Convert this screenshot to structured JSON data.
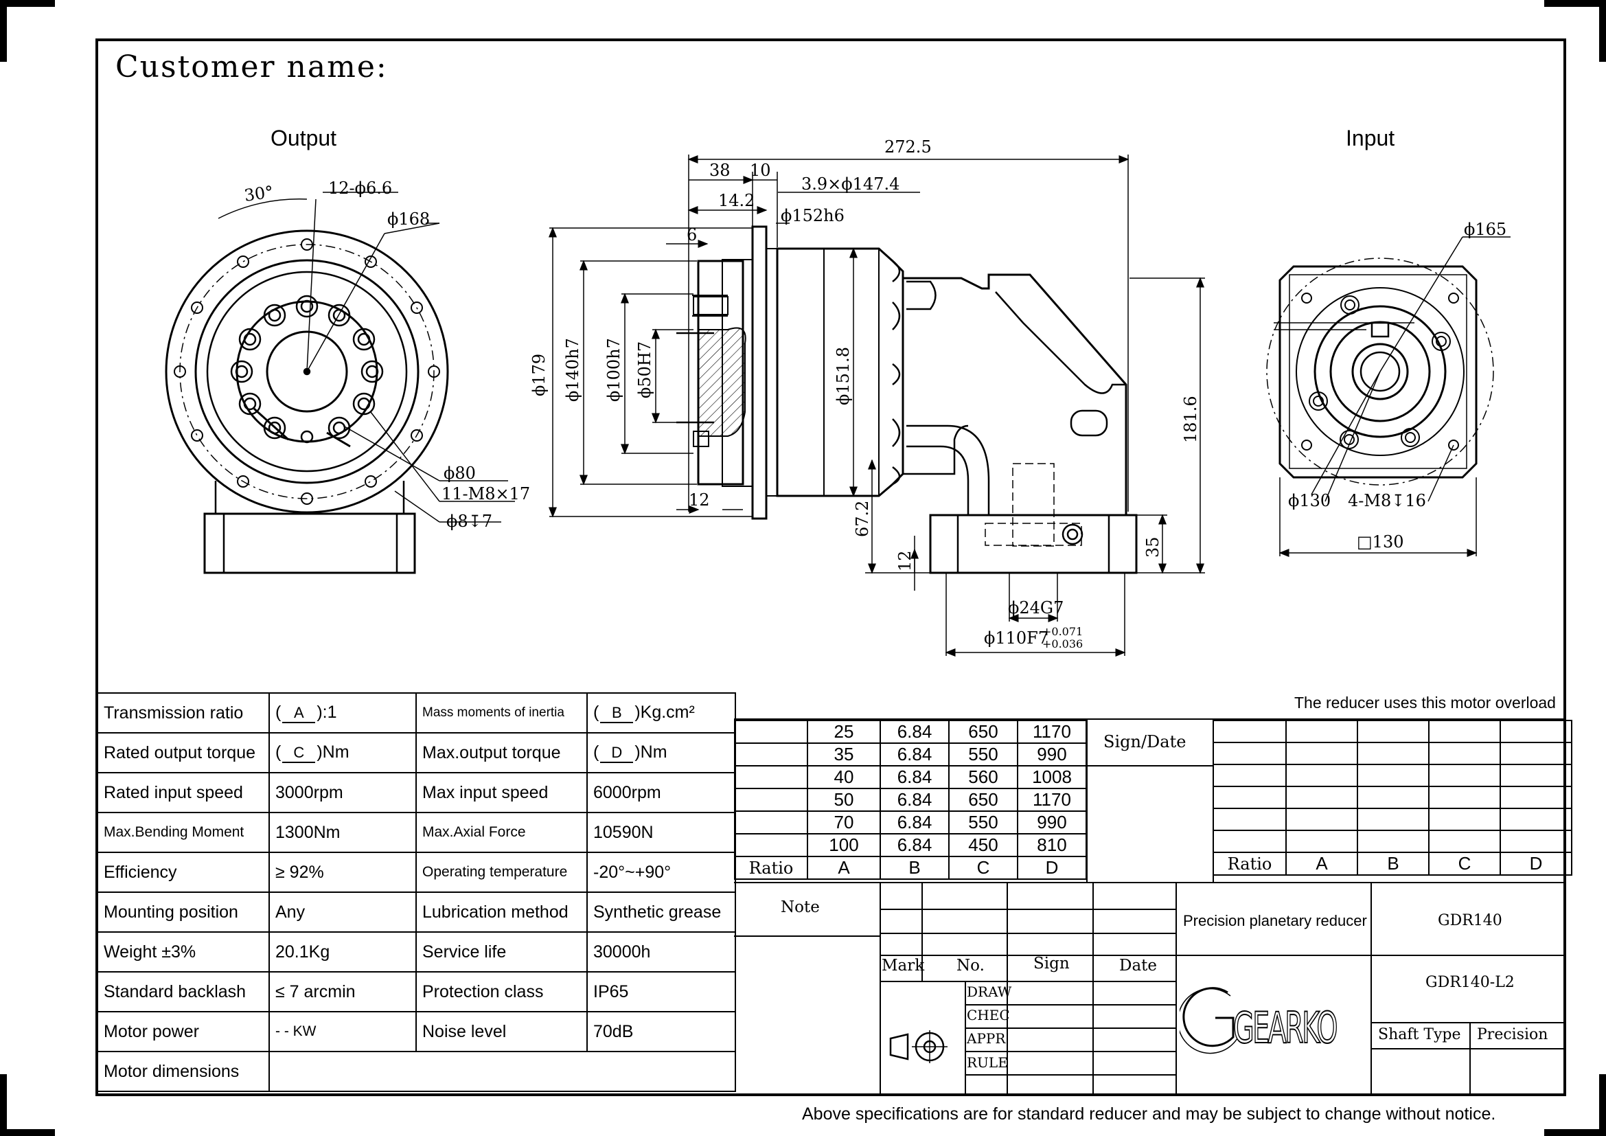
{
  "header": {
    "customer_label": "Customer name:"
  },
  "views": {
    "output": "Output",
    "input": "Input"
  },
  "dimensions": {
    "overall_length": "272.5",
    "d38": "38",
    "d10": "10",
    "flange": "3.9×ϕ147.4",
    "d14_2": "14.2",
    "spigot": "ϕ152h6",
    "d6": "6",
    "d179": "ϕ179",
    "d140": "ϕ140h7",
    "d100": "ϕ100h7",
    "d50": "ϕ50H7",
    "d151": "ϕ151.8",
    "d12": "12",
    "h181": "181.6",
    "h67": "67.2",
    "h12b": "12",
    "h35": "35",
    "shaft24": "ϕ24G7",
    "bore110": "ϕ110F7",
    "tol_up": "+0.071",
    "tol_dn": "+0.036",
    "angle30": "30°",
    "holes_out": "12-ϕ6.6",
    "pcd168": "ϕ168",
    "d80": "ϕ80",
    "tap_out": "11-M8×17",
    "pin": "ϕ8↧7",
    "pcd165": "ϕ165",
    "d130": "ϕ130",
    "tap_in": "4-M8↧16",
    "sq130": "□130"
  },
  "specs": [
    {
      "label1": "Transmission ratio",
      "v1_pre": "(",
      "v1_field": "A",
      "v1_post": "):1",
      "label2": "Mass moments of inertia",
      "v2_pre": "(",
      "v2_field": "B",
      "v2_post": ")Kg.cm²"
    },
    {
      "label1": "Rated output torque",
      "v1_pre": "(",
      "v1_field": "C",
      "v1_post": ")Nm",
      "label2": "Max.output torque",
      "v2_pre": "(",
      "v2_field": "D",
      "v2_post": ")Nm"
    },
    {
      "label1": "Rated input speed",
      "v1": "3000rpm",
      "label2": "Max input speed",
      "v2": "6000rpm"
    },
    {
      "label1": "Max.Bending Moment",
      "v1": "1300Nm",
      "label2": "Max.Axial Force",
      "v2": "10590N"
    },
    {
      "label1": "Efficiency",
      "v1": "≥ 92%",
      "label2": "Operating temperature",
      "v2": "-20°~+90°"
    },
    {
      "label1": "Mounting position",
      "v1": "Any",
      "label2": "Lubrication method",
      "v2": "Synthetic grease"
    },
    {
      "label1": "Weight ±3%",
      "v1": "20.1Kg",
      "label2": "Service life",
      "v2": "30000h"
    },
    {
      "label1": "Standard backlash",
      "v1": "≤ 7 arcmin",
      "label2": "Protection class",
      "v2": "IP65"
    },
    {
      "label1": "Motor power",
      "v1": "- - KW",
      "label2": "Noise level",
      "v2": "70dB"
    },
    {
      "label1": "Motor dimensions"
    }
  ],
  "ratio_table": {
    "overload_note": "The reducer uses this motor overload",
    "headers": [
      "Ratio",
      "A",
      "B",
      "C",
      "D"
    ],
    "rows": [
      [
        "25",
        "6.84",
        "650",
        "1170"
      ],
      [
        "35",
        "6.84",
        "550",
        "990"
      ],
      [
        "40",
        "6.84",
        "560",
        "1008"
      ],
      [
        "50",
        "6.84",
        "650",
        "1170"
      ],
      [
        "70",
        "6.84",
        "550",
        "990"
      ],
      [
        "100",
        "6.84",
        "450",
        "810"
      ]
    ],
    "sign_date": "Sign/Date"
  },
  "title_block": {
    "note": "Note",
    "mark": "Mark",
    "no": "No.",
    "sign": "Sign",
    "date": "Date",
    "draw": "DRAW",
    "chec": "CHEC",
    "appr": "APPR",
    "rule": "RULE",
    "product_name": "Precision planetary reducer",
    "model": "GDR140",
    "model_variant": "GDR140-L2",
    "shaft_type": "Shaft Type",
    "precision": "Precision",
    "logo": "GEARKO"
  },
  "footer": "Above specifications are for standard reducer and may be subject to change without notice."
}
